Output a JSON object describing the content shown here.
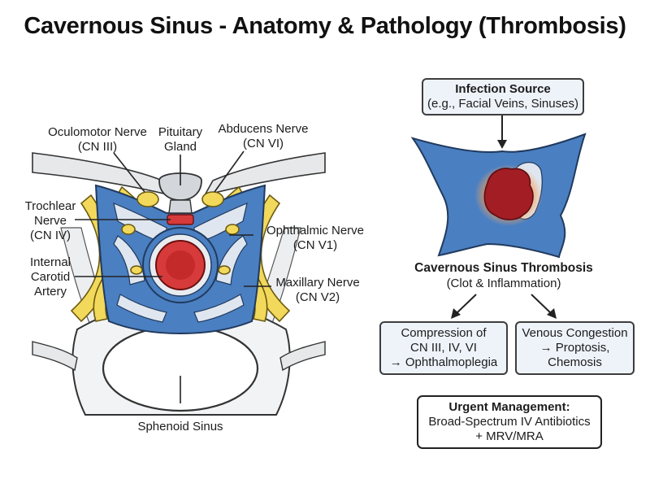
{
  "title": "Cavernous Sinus - Anatomy & Pathology (Thrombosis)",
  "anatomy_labels": {
    "oculomotor": [
      "Oculomotor Nerve",
      "(CN III)"
    ],
    "pituitary": [
      "Pituitary",
      "Gland"
    ],
    "abducens": [
      "Abducens Nerve",
      "(CN VI)"
    ],
    "trochlear": [
      "Trochlear",
      "Nerve",
      "(CN IV)"
    ],
    "ophthalmic": [
      "Ophthalmic Nerve",
      "(CN V1)"
    ],
    "carotid": [
      "Internal",
      "Carotid",
      "Artery"
    ],
    "maxillary": [
      "Maxillary Nerve",
      "(CN V2)"
    ],
    "sphenoid": "Sphenoid Sinus"
  },
  "flow": {
    "infection_source": {
      "head": "Infection Source",
      "sub": "(e.g., Facial Veins, Sinuses)"
    },
    "thrombosis": {
      "head": "Cavernous Sinus Thrombosis",
      "sub": "(Clot & Inflammation)"
    },
    "compression": [
      "Compression of",
      "CN III, IV, VI",
      "→ Ophthalmoplegia"
    ],
    "congestion": [
      "Venous Congestion",
      "→ Proptosis,",
      "Chemosis"
    ],
    "urgent": {
      "head": "Urgent Management:",
      "lines": [
        "Broad-Spectrum IV Antibiotics",
        "+ MRV/MRA"
      ]
    }
  },
  "colors": {
    "sinus_blue": "#4a7fc1",
    "nerve_yellow": "#f2d95c",
    "artery_red": "#d63a3a",
    "clot_dark_red": "#a31d25",
    "inflammation_orange": "#f0833a",
    "box_fill": "#eef3fa"
  }
}
